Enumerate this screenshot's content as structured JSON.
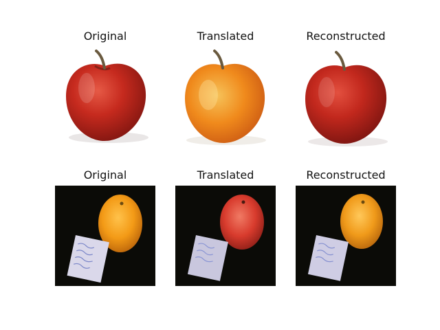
{
  "rows": [
    {
      "panels": [
        {
          "title": "Original",
          "subject": "red-apple"
        },
        {
          "title": "Translated",
          "subject": "orange-apple"
        },
        {
          "title": "Reconstructed",
          "subject": "red-apple"
        }
      ]
    },
    {
      "panels": [
        {
          "title": "Original",
          "subject": "orange-fruit-with-note"
        },
        {
          "title": "Translated",
          "subject": "red-fruit-with-note"
        },
        {
          "title": "Reconstructed",
          "subject": "orange-fruit-with-note"
        }
      ]
    }
  ],
  "colors": {
    "apple_red": "#c62a1e",
    "apple_orange": "#f08a1c",
    "orange_fruit": "#f39a16",
    "red_fruit": "#d83b2d",
    "dark_background": "#0b0b07"
  }
}
